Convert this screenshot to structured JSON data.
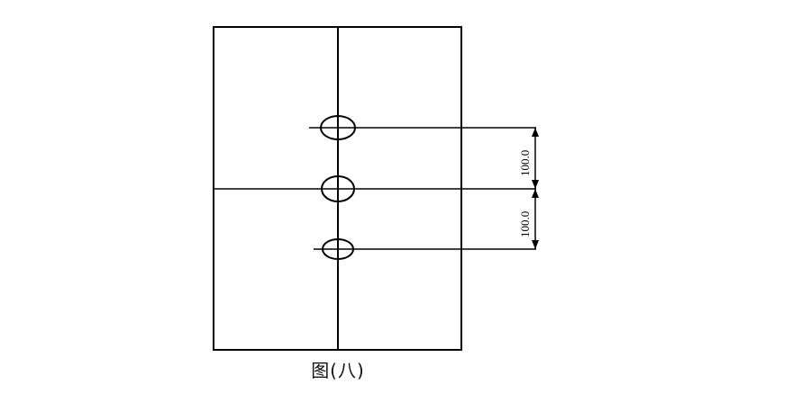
{
  "figure": {
    "caption": "图(八)",
    "dimensions": [
      {
        "label": "100.0"
      },
      {
        "label": "100.0"
      }
    ]
  }
}
